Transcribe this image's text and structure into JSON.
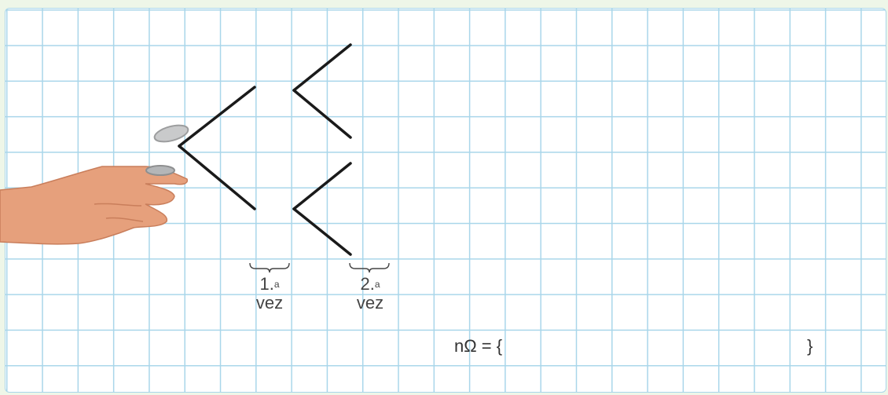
{
  "labels": {
    "first": {
      "num": "1.",
      "sup": "a",
      "word": "vez"
    },
    "second": {
      "num": "2.",
      "sup": "a",
      "word": "vez"
    }
  },
  "formula": {
    "left": "nΩ = {",
    "right": "}"
  },
  "icons": [
    "hand-tossing-coin",
    "coin"
  ]
}
